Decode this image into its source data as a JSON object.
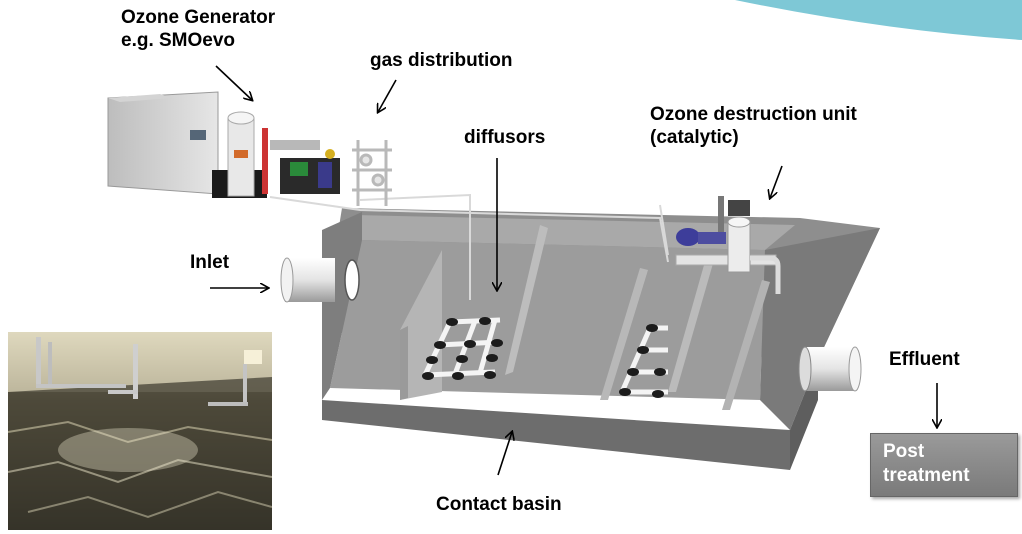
{
  "labels": {
    "ozone_generator_line1": "Ozone Generator",
    "ozone_generator_line2": "e.g. SMOevo",
    "gas_distribution": "gas distribution",
    "diffusors": "diffusors",
    "ozone_destruction_line1": "Ozone destruction unit",
    "ozone_destruction_line2": "(catalytic)",
    "inlet": "Inlet",
    "effluent": "Effluent",
    "contact_basin": "Contact basin",
    "post_treatment_line1": "Post",
    "post_treatment_line2": "treatment"
  },
  "colors": {
    "accent_teal": "#7ec8d6",
    "basin_gray": "#8c8c8c",
    "post_box": "#8a8a8a"
  }
}
